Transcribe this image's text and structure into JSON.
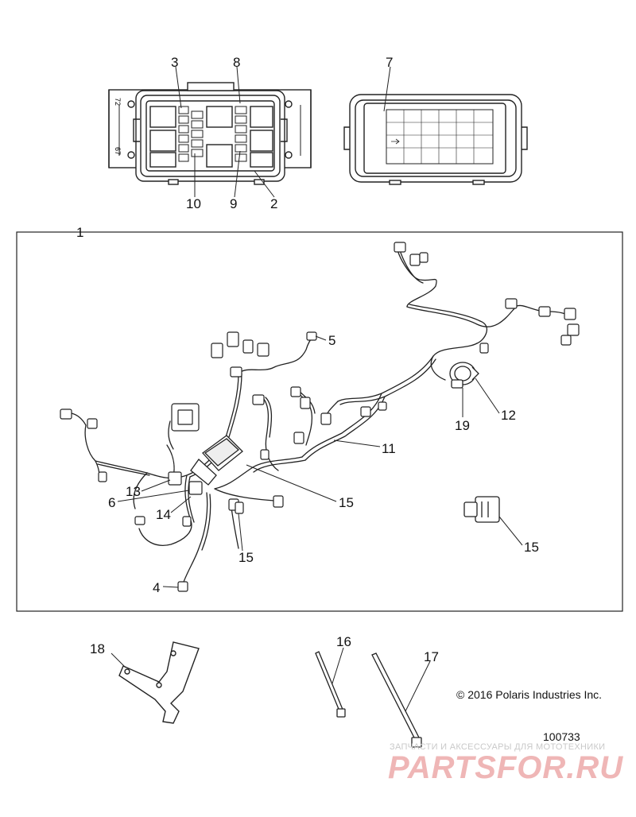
{
  "callouts": [
    {
      "id": "c1",
      "text": "1"
    },
    {
      "id": "c2",
      "text": "2"
    },
    {
      "id": "c3",
      "text": "3"
    },
    {
      "id": "c4",
      "text": "4"
    },
    {
      "id": "c5",
      "text": "5"
    },
    {
      "id": "c6",
      "text": "6"
    },
    {
      "id": "c7",
      "text": "7"
    },
    {
      "id": "c8",
      "text": "8"
    },
    {
      "id": "c9",
      "text": "9"
    },
    {
      "id": "c10",
      "text": "10"
    },
    {
      "id": "c11",
      "text": "11"
    },
    {
      "id": "c12",
      "text": "12"
    },
    {
      "id": "c13",
      "text": "13"
    },
    {
      "id": "c14",
      "text": "14"
    },
    {
      "id": "c15a",
      "text": "15"
    },
    {
      "id": "c15b",
      "text": "15"
    },
    {
      "id": "c15c",
      "text": "15"
    },
    {
      "id": "c16",
      "text": "16"
    },
    {
      "id": "c17",
      "text": "17"
    },
    {
      "id": "c18",
      "text": "18"
    },
    {
      "id": "c19",
      "text": "19"
    }
  ],
  "copyright": "© 2016 Polaris Industries Inc.",
  "figure_number": "100733",
  "watermark": {
    "subtitle": "ЗАПЧАСТИ И АКСЕССУАРЫ ДЛЯ МОТОТЕХНИКИ",
    "logo": "PARTSFOR.RU"
  },
  "fuse_box_side_labels": {
    "top": "72",
    "bottom": "67"
  }
}
